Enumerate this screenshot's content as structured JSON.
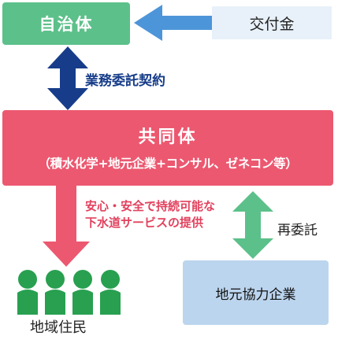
{
  "municipality": {
    "label": "自治体"
  },
  "grant": {
    "label": "交付金"
  },
  "contract": {
    "label": "業務委託契約"
  },
  "jv": {
    "title": "共同体",
    "subtitle": "（積水化学+地元企業+コンサル、ゼネコン等）"
  },
  "service": {
    "line1": "安心・安全で持続可能な",
    "line2": "下水道サービスの提供"
  },
  "subcontract": {
    "label": "再委託"
  },
  "partner": {
    "label": "地元協力企業"
  },
  "residents": {
    "label": "地域住民",
    "count": 4
  },
  "colors": {
    "municipality": "#5cc08a",
    "grant_box": "#e8f1f9",
    "grant_arrow": "#4d95d9",
    "contract_arrow": "#173d8a",
    "jv": "#ec5870",
    "service_arrow": "#ec5870",
    "subcontract_arrow": "#5cc08a",
    "partner": "#bcd5ee",
    "residents_icon": "#28a050"
  }
}
